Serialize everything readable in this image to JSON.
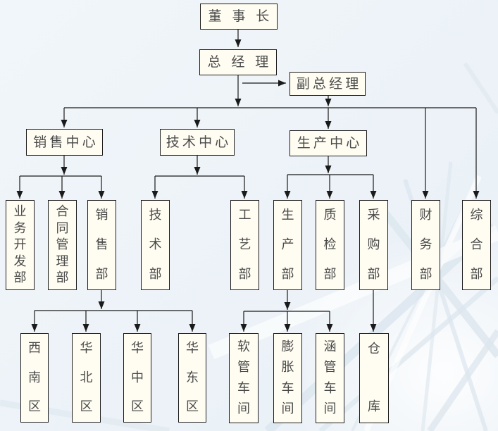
{
  "diagram": {
    "type": "org-chart",
    "language": "zh-CN"
  },
  "nodes": {
    "chairman": "董事长",
    "general_manager": "总经理",
    "deputy_general_manager": "副总经理",
    "sales_center": "销售中心",
    "tech_center": "技术中心",
    "production_center": "生产中心",
    "business_dev_dept": "业务开发部",
    "contract_mgmt_dept": "合同管理部",
    "sales_dept": "销售部",
    "tech_dept": "技术部",
    "process_dept": "工艺部",
    "production_dept": "生产部",
    "quality_dept": "质检部",
    "purchasing_dept": "采购部",
    "finance_dept": "财务部",
    "general_affairs_dept": "综合部",
    "region_southwest": "西南区",
    "region_north": "华北区",
    "region_central": "华中区",
    "region_east": "华东区",
    "workshop_hose": "软管车间",
    "workshop_expansion": "膨胀车间",
    "workshop_culvert": "涵管车间",
    "warehouse": "仓库"
  },
  "colors": {
    "background": "#edf3f8",
    "box_fill": "#fffdf2",
    "box_border": "#1c1c1c",
    "text": "#4a4a4a",
    "line": "#1a1a1a",
    "decor_band": "#dce6ee"
  }
}
